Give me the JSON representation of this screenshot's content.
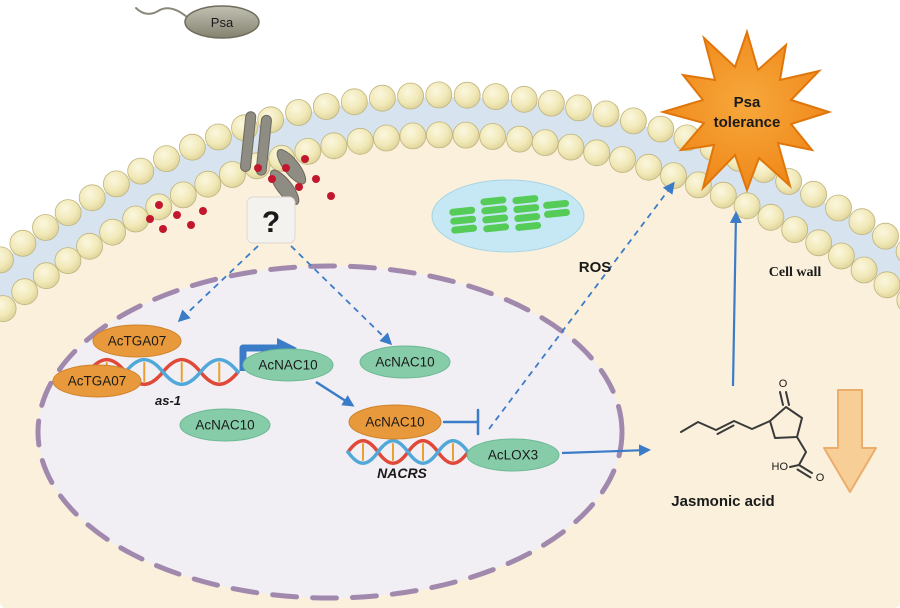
{
  "figure": {
    "bacterium": {
      "label": "Psa"
    },
    "tolerance_burst": {
      "line1": "Psa",
      "line2": "tolerance"
    },
    "labels": {
      "ros": "ROS",
      "cell_wall": "Cell wall",
      "unknown": "?",
      "jasmonic_acid": "Jasmonic acid"
    },
    "nucleus": {
      "tga07_upper": "AcTGA07",
      "tga07_lower": "AcTGA07",
      "as1": "as-1",
      "nac10_product": "AcNAC10",
      "nac10_free": "AcNAC10",
      "nac10_pool": "AcNAC10",
      "nac10_active": "AcNAC10",
      "nacrs": "NACRS",
      "lox3": "AcLOX3"
    },
    "chem": {
      "ho": "HO",
      "carbonyl_o": "O",
      "acid_o": "O"
    },
    "colors": {
      "orange_oval": "#E8993B",
      "green_oval": "#86CCA9",
      "arrow_blue": "#3B7CC8",
      "burst_orange": "#F18A18",
      "red_dot": "#C2182E",
      "dna_red": "#E04838",
      "dna_blue": "#52A8D8",
      "dna_rung": "#E8A030",
      "dna_label_red": "#E01818",
      "membrane_band": "#D7E4F0",
      "lipid_head": "#F1E9B8",
      "cytoplasm": "#FBF0DC",
      "nucleus_fill": "#F2EFF4",
      "nucleus_border": "#A189AE",
      "chloroplast": "#C6E8F4",
      "grana": "#55CB58",
      "down_arrow": "#F6CE96"
    }
  }
}
